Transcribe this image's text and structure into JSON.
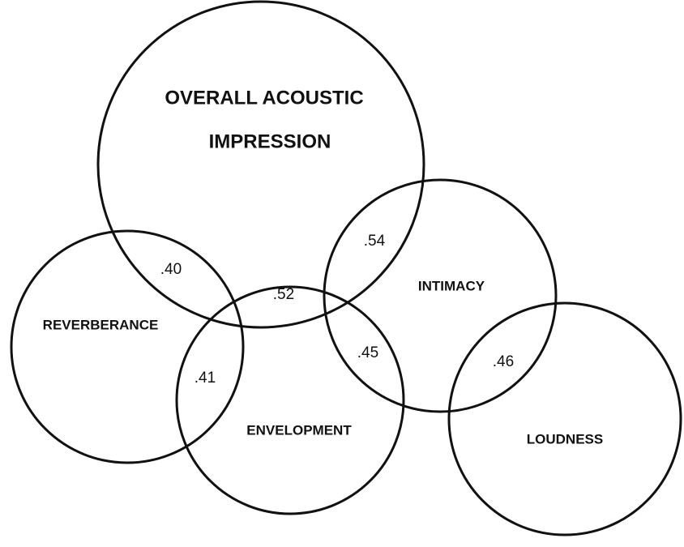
{
  "concepts": {
    "overall_line1": "OVERALL ACOUSTIC",
    "overall_line2": "IMPRESSION",
    "reverberance": "REVERBERANCE",
    "intimacy": "INTIMACY",
    "envelopment": "ENVELOPMENT",
    "loudness": "LOUDNESS"
  },
  "correlations": {
    "overall_reverberance": ".40",
    "overall_envelopment": ".52",
    "overall_intimacy": ".54",
    "reverberance_envelopment": ".41",
    "envelopment_intimacy": ".45",
    "intimacy_loudness": ".46"
  }
}
